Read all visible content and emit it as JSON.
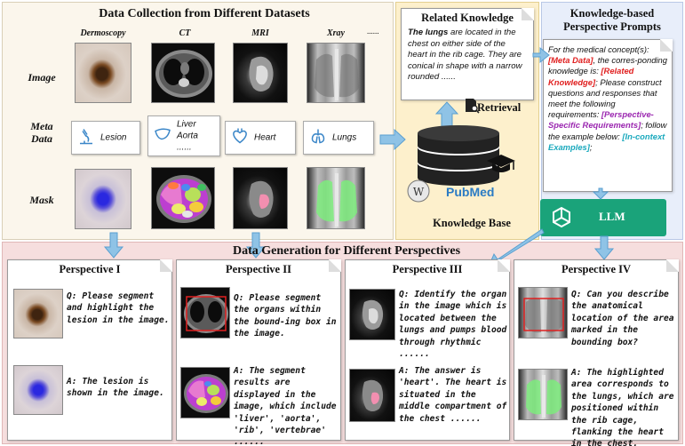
{
  "collection": {
    "title": "Data Collection from Different Datasets",
    "columns": [
      "Dermoscopy",
      "CT",
      "MRI",
      "Xray"
    ],
    "ellipsis": "......",
    "rows": [
      "Image",
      "Meta\nData",
      "Mask"
    ],
    "meta_tags": [
      {
        "label": "Lesion",
        "icon": "microscope-icon"
      },
      {
        "label": "Liver\nAorta\n......",
        "icon": "liver-icon"
      },
      {
        "label": "Heart",
        "icon": "heart-icon"
      },
      {
        "label": "Lungs",
        "icon": "lungs-icon"
      }
    ]
  },
  "knowledge": {
    "related_title": "Related Knowledge",
    "related_lead": "The lungs",
    "related_text": " are located in the chest on either side of the heart in the rib cage. They are conical in shape with a narrow rounded ......",
    "retrieval_label": "Retrieval",
    "base_label": "Knowledge Base",
    "pubmed_label": "PubMed"
  },
  "prompt": {
    "title": "Knowledge-based Perspective Prompts",
    "p1": "For the medical concept(s): ",
    "meta": "[Meta Data]",
    "p2": ", the corres-ponding knowledge is: ",
    "related": "[Related Knowledge]",
    "p3": "; Please construct questions and responses that meet the following requirements: ",
    "perspective": "[Perspective-Specific Requirements]",
    "p4": "; follow the example below: ",
    "incontext": "[In-context Examples]",
    "p5": ";",
    "llm_label": "LLM"
  },
  "generation": {
    "title": "Data Generation for Different Perspectives",
    "perspectives": [
      {
        "title": "Perspective I",
        "q": "Q: Please segment and highlight the lesion in the image.",
        "a": "A: The lesion is shown in the image."
      },
      {
        "title": "Perspective II",
        "q": "Q: Please segment the organs within the bound-ing box in the image.",
        "a": "A: The segment results are displayed in the image, which include 'liver', 'aorta', 'rib', 'vertebrae' ......"
      },
      {
        "title": "Perspective III",
        "q": "Q: Identify the organ in the image which is located between the lungs and pumps blood through rhythmic ......",
        "a": "A: The answer is 'heart'. The heart is situated in the middle compartment of the chest ......"
      },
      {
        "title": "Perspective IV",
        "q": "Q: Can you describe the anatomical location of the area marked in the bounding box?",
        "a": "A: The highlighted area corresponds to the lungs, which are positioned within the rib cage, flanking the heart in the chest."
      }
    ]
  },
  "colors": {
    "arrow": "#8fc3e6",
    "arrow_stroke": "#5a9fd0",
    "highlight_red": "#e02020",
    "highlight_purple": "#9b27b0",
    "highlight_teal": "#1aa9bd",
    "llm": "#1aa37a"
  }
}
